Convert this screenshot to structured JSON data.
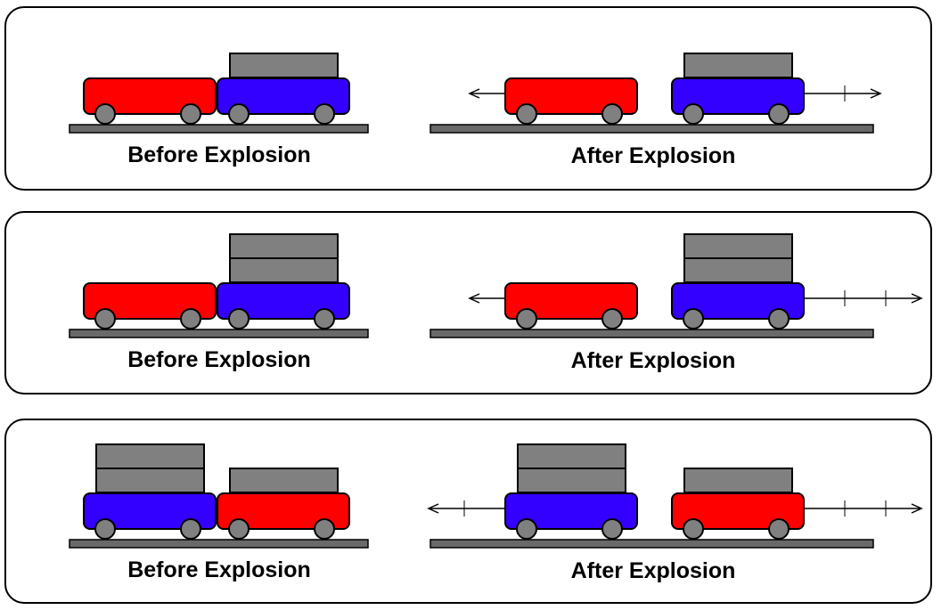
{
  "colors": {
    "red_cart": "#ff0000",
    "blue_cart": "#3300ff",
    "block": "#808080",
    "track": "#696969",
    "wheel": "#808080",
    "outline": "#000000"
  },
  "labels": {
    "before": "Before Explosion",
    "after": "After Explosion"
  },
  "scenarios": [
    {
      "left_cart": "red",
      "right_cart": "blue",
      "left_blocks": 0,
      "right_blocks": 1,
      "left_arrow_ticks": 0,
      "right_arrow_ticks": 1
    },
    {
      "left_cart": "red",
      "right_cart": "blue",
      "left_blocks": 0,
      "right_blocks": 2,
      "left_arrow_ticks": 0,
      "right_arrow_ticks": 2
    },
    {
      "left_cart": "blue",
      "right_cart": "red",
      "left_blocks": 2,
      "right_blocks": 1,
      "left_arrow_ticks": 1,
      "right_arrow_ticks": 2
    }
  ]
}
